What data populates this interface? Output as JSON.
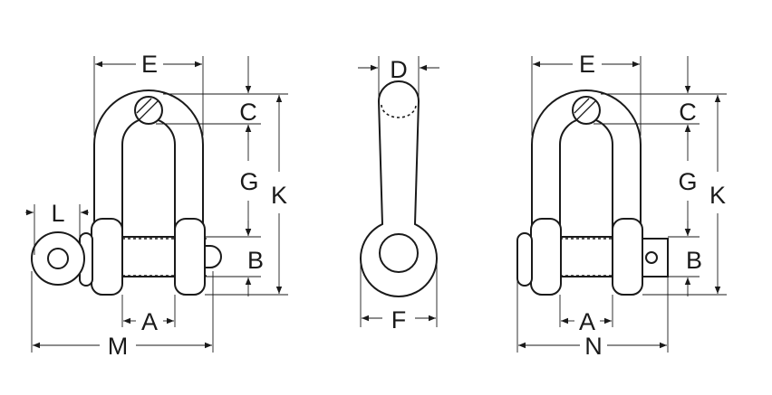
{
  "figure": {
    "colors": {
      "line": "#1a1a1a",
      "background": "#ffffff"
    },
    "views": {
      "left": {
        "labels": {
          "E": "E",
          "C": "C",
          "G": "G",
          "K": "K",
          "B": "B",
          "L": "L",
          "A": "A",
          "M": "M"
        }
      },
      "side": {
        "labels": {
          "D": "D",
          "F": "F"
        }
      },
      "right": {
        "labels": {
          "E": "E",
          "C": "C",
          "G": "G",
          "K": "K",
          "B": "B",
          "A": "A",
          "N": "N"
        }
      }
    }
  }
}
